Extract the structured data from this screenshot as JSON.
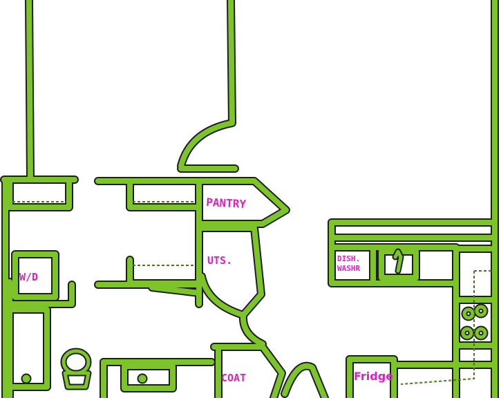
{
  "colors": {
    "wall_fill": "#7dc32a",
    "wall_outline": "#1e1e1e",
    "label": "#e01fc4",
    "background": "#ffffff"
  },
  "labels": {
    "pantry": "PANTRY",
    "uts": "UTS.",
    "wd": "W/D",
    "dish_line1": "DISH.",
    "dish_line2": "WASHR",
    "coat": "COAT",
    "fridge": "Fridge"
  }
}
